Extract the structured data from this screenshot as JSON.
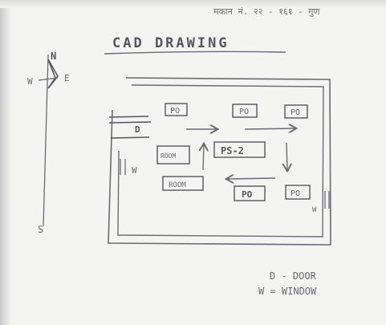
{
  "header_scribble": "मकान नं. २२ - १६१ - गुण",
  "title": "CAD DRAWING",
  "compass": {
    "north": "N",
    "west": "W",
    "east": "E",
    "south": "S"
  },
  "plan": {
    "door_label": "D",
    "window_left_label": "W",
    "window_right_label": "W",
    "boxes": {
      "po_top_left": "PO",
      "po_top_mid": "PO",
      "po_top_right": "PO",
      "ps2": "PS-2",
      "room_left": "ROOM",
      "room_lower": "ROOM",
      "po_bottom_mid": "PO",
      "po_bottom_right": "PO"
    }
  },
  "legend": {
    "door": "D - DOOR",
    "window": "W = WINDOW"
  }
}
